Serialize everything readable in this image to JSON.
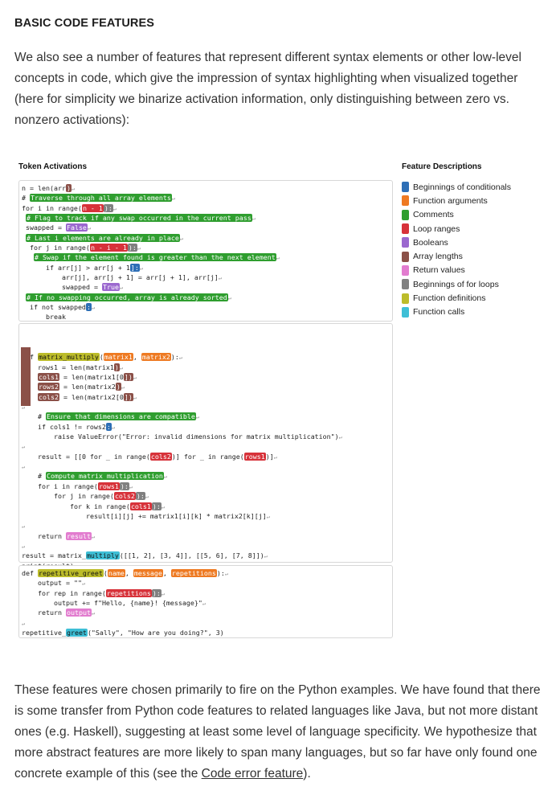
{
  "heading": "BASIC CODE FEATURES",
  "intro": "We also see a number of features that represent different syntax elements or other low-level concepts in code, which give the impression of syntax highlighting when visualized together (here for simplicity we binarize activation information, only distinguishing between zero vs. nonzero activations):",
  "figure": {
    "token_title": "Token Activations",
    "desc_title": "Feature Descriptions",
    "legend": [
      {
        "label": "Beginnings of conditionals",
        "color": "#2e6fb6",
        "icon": "swatch"
      },
      {
        "label": "Function arguments",
        "color": "#ee7a22",
        "icon": "swatch"
      },
      {
        "label": "Comments",
        "color": "#2f9e2f",
        "icon": "swatch"
      },
      {
        "label": "Loop ranges",
        "color": "#d7323a",
        "icon": "swatch"
      },
      {
        "label": "Booleans",
        "color": "#9b68cf",
        "icon": "swatch"
      },
      {
        "label": "Array lengths",
        "color": "#8b5048",
        "icon": "swatch"
      },
      {
        "label": "Return values",
        "color": "#e27ccf",
        "icon": "swatch"
      },
      {
        "label": "Beginnings of for loops",
        "color": "#808080",
        "icon": "swatch"
      },
      {
        "label": "Function definitions",
        "color": "#bcbc2a",
        "icon": "swatch"
      },
      {
        "label": "Function calls",
        "color": "#3ebfd6",
        "icon": "swatch"
      }
    ],
    "return_symbol": "↵",
    "panels": [
      [
        {
          "indent": 0,
          "segs": [
            [
              "n = len(arr",
              null
            ],
            [
              ")",
              "alen"
            ],
            [
              "↵",
              "ret"
            ]
          ]
        },
        {
          "indent": 0,
          "segs": [
            [
              "# ",
              null
            ],
            [
              "Traverse through all array elements",
              "com"
            ],
            [
              "↵",
              "ret"
            ]
          ]
        },
        {
          "indent": 0,
          "segs": [
            [
              "for i in range(",
              null
            ],
            [
              "n - 1",
              "loop"
            ],
            [
              "):",
              "for"
            ],
            [
              "↵",
              "ret"
            ]
          ]
        },
        {
          "indent": 1,
          "segs": [
            [
              "# Flag to track if any swap occurred in the current pass",
              "com"
            ],
            [
              "↵",
              "ret"
            ]
          ]
        },
        {
          "indent": 1,
          "segs": [
            [
              "swapped = ",
              null
            ],
            [
              "False",
              "bool"
            ],
            [
              "↵",
              "ret"
            ]
          ]
        },
        {
          "indent": 1,
          "segs": [
            [
              "# Last i elements are already in place",
              "com"
            ],
            [
              "↵",
              "ret"
            ]
          ]
        },
        {
          "indent": 2,
          "segs": [
            [
              "for j in range(",
              null
            ],
            [
              "n - i - 1",
              "loop"
            ],
            [
              "):",
              "for"
            ],
            [
              "↵",
              "ret"
            ]
          ]
        },
        {
          "indent": 3,
          "segs": [
            [
              "# Swap if the element found is greater than the next element",
              "com"
            ],
            [
              "↵",
              "ret"
            ]
          ]
        },
        {
          "indent": 6,
          "segs": [
            [
              "if arr[j] > arr[j + 1",
              null
            ],
            [
              "]:",
              "cond"
            ],
            [
              "↵",
              "ret"
            ]
          ]
        },
        {
          "indent": 10,
          "segs": [
            [
              "arr[j], arr[j + 1] = arr[j + 1], arr[j]",
              null
            ],
            [
              "↵",
              "ret"
            ]
          ]
        },
        {
          "indent": 10,
          "segs": [
            [
              "swapped = ",
              null
            ],
            [
              "True",
              "bool"
            ],
            [
              "↵",
              "ret"
            ]
          ]
        },
        {
          "indent": 1,
          "segs": [
            [
              "# If no swapping occurred, array is already sorted",
              "com"
            ],
            [
              "↵",
              "ret"
            ]
          ]
        },
        {
          "indent": 2,
          "segs": [
            [
              "if not swapped",
              null
            ],
            [
              ":",
              "cond"
            ],
            [
              "↵",
              "ret"
            ]
          ]
        },
        {
          "indent": 6,
          "segs": [
            [
              "break",
              null
            ]
          ]
        }
      ],
      [
        {
          "indent": 0,
          "segs": [
            [
              "↵",
              "ret"
            ]
          ]
        },
        {
          "indent": 0,
          "segs": [
            [
              "def ",
              null
            ],
            [
              "matrix_multiply",
              "fdef"
            ],
            [
              "(",
              null
            ],
            [
              "matrix1",
              "farg"
            ],
            [
              ", ",
              null
            ],
            [
              "matrix2",
              "farg"
            ],
            [
              "):",
              null
            ],
            [
              "↵",
              "ret"
            ]
          ]
        },
        {
          "indent": 4,
          "segs": [
            [
              "rows1 = len(matrix1",
              null
            ],
            [
              ")",
              "alen"
            ],
            [
              "↵",
              "ret"
            ]
          ]
        },
        {
          "indent": 4,
          "segs": [
            [
              "cols1",
              "alen"
            ],
            [
              " = len(matrix1[0",
              null
            ],
            [
              "])",
              "alen"
            ],
            [
              "↵",
              "ret"
            ]
          ]
        },
        {
          "indent": 4,
          "segs": [
            [
              "rows2",
              "alen"
            ],
            [
              " = len(matrix2",
              null
            ],
            [
              ")",
              "alen"
            ],
            [
              "↵",
              "ret"
            ]
          ]
        },
        {
          "indent": 4,
          "segs": [
            [
              "cols2",
              "alen"
            ],
            [
              " = len(matrix2[0",
              null
            ],
            [
              "])",
              "alen"
            ],
            [
              "↵",
              "ret"
            ]
          ]
        },
        {
          "indent": 0,
          "segs": [
            [
              "↵",
              "ret"
            ]
          ]
        },
        {
          "indent": 4,
          "segs": [
            [
              "# ",
              null
            ],
            [
              "Ensure that dimensions are compatible",
              "com"
            ],
            [
              "↵",
              "ret"
            ]
          ]
        },
        {
          "indent": 4,
          "segs": [
            [
              "if cols1 != rows2",
              null
            ],
            [
              ":",
              "cond"
            ],
            [
              "↵",
              "ret"
            ]
          ]
        },
        {
          "indent": 8,
          "segs": [
            [
              "raise ValueError(\"Error: invalid dimensions for matrix multiplication\")",
              null
            ],
            [
              "↵",
              "ret"
            ]
          ]
        },
        {
          "indent": 0,
          "segs": [
            [
              "↵",
              "ret"
            ]
          ]
        },
        {
          "indent": 4,
          "segs": [
            [
              "result = [[0 for _ in range(",
              null
            ],
            [
              "cols2",
              "loop"
            ],
            [
              ")] for _ in range(",
              null
            ],
            [
              "rows1",
              "loop"
            ],
            [
              ")]",
              null
            ],
            [
              "↵",
              "ret"
            ]
          ]
        },
        {
          "indent": 0,
          "segs": [
            [
              "↵",
              "ret"
            ]
          ]
        },
        {
          "indent": 4,
          "segs": [
            [
              "# ",
              null
            ],
            [
              "Compute matrix multiplication",
              "com"
            ],
            [
              "↵",
              "ret"
            ]
          ]
        },
        {
          "indent": 4,
          "segs": [
            [
              "for i in range(",
              null
            ],
            [
              "rows1",
              "loop"
            ],
            [
              "):",
              "for"
            ],
            [
              "↵",
              "ret"
            ]
          ]
        },
        {
          "indent": 8,
          "segs": [
            [
              "for j in range(",
              null
            ],
            [
              "cols2",
              "loop"
            ],
            [
              "):",
              "for"
            ],
            [
              "↵",
              "ret"
            ]
          ]
        },
        {
          "indent": 12,
          "segs": [
            [
              "for k in range(",
              null
            ],
            [
              "cols1",
              "loop"
            ],
            [
              "):",
              "for"
            ],
            [
              "↵",
              "ret"
            ]
          ]
        },
        {
          "indent": 16,
          "segs": [
            [
              "result[i][j] += matrix1[i][k] * matrix2[k][j]",
              null
            ],
            [
              "↵",
              "ret"
            ]
          ]
        },
        {
          "indent": 0,
          "segs": [
            [
              "↵",
              "ret"
            ]
          ]
        },
        {
          "indent": 4,
          "segs": [
            [
              "return ",
              null
            ],
            [
              "result",
              "ret"
            ],
            [
              "↵",
              "ret"
            ]
          ]
        },
        {
          "indent": 0,
          "segs": [
            [
              "↵",
              "ret"
            ]
          ]
        },
        {
          "indent": 0,
          "segs": [
            [
              "result = matrix_",
              null
            ],
            [
              "multiply",
              "fcal"
            ],
            [
              "([[1, 2], [3, 4]], [[5, 6], [7, 8]])",
              null
            ],
            [
              "↵",
              "ret"
            ]
          ]
        },
        {
          "indent": 0,
          "segs": [
            [
              "print(result)",
              null
            ],
            [
              "↵",
              "ret"
            ]
          ]
        }
      ],
      [
        {
          "indent": 0,
          "segs": [
            [
              "def ",
              null
            ],
            [
              "repetitive_greet",
              "fdef"
            ],
            [
              "(",
              null
            ],
            [
              "name",
              "farg"
            ],
            [
              ", ",
              null
            ],
            [
              "message",
              "farg"
            ],
            [
              ", ",
              null
            ],
            [
              "repetitions",
              "farg"
            ],
            [
              "):",
              null
            ],
            [
              "↵",
              "ret"
            ]
          ]
        },
        {
          "indent": 4,
          "segs": [
            [
              "output = \"\"",
              null
            ],
            [
              "↵",
              "ret"
            ]
          ]
        },
        {
          "indent": 4,
          "segs": [
            [
              "for rep in range(",
              null
            ],
            [
              "repetitions",
              "loop"
            ],
            [
              "):",
              "for"
            ],
            [
              "↵",
              "ret"
            ]
          ]
        },
        {
          "indent": 8,
          "segs": [
            [
              "output += f\"Hello, {name}! {message}\"",
              null
            ],
            [
              "↵",
              "ret"
            ]
          ]
        },
        {
          "indent": 4,
          "segs": [
            [
              "return ",
              null
            ],
            [
              "output",
              "ret"
            ],
            [
              "↵",
              "ret"
            ]
          ]
        },
        {
          "indent": 0,
          "segs": [
            [
              "↵",
              "ret"
            ]
          ]
        },
        {
          "indent": 0,
          "segs": [
            [
              "repetitive_",
              null
            ],
            [
              "greet",
              "fcal"
            ],
            [
              "(\"Sally\", \"How are you doing?\", 3)",
              null
            ]
          ]
        }
      ]
    ]
  },
  "outro_before_link": "These features were chosen primarily to fire on the Python examples. We have found that there is some transfer from Python code features to related languages like Java, but not more distant ones (e.g. Haskell), suggesting at least some level of language specificity. We hypothesize that more abstract features are more likely to span many languages, but so far have only found one concrete example of this (see the ",
  "outro_link": "Code error feature",
  "outro_after_link": ")."
}
